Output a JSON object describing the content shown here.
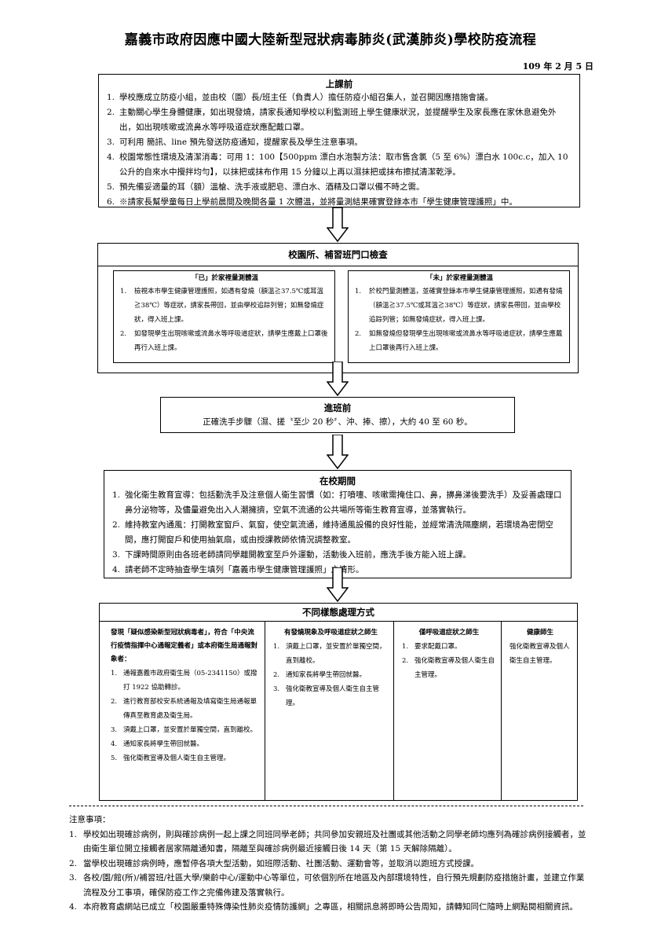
{
  "title": "嘉義市政府因應中國大陸新型冠狀病毒肺炎(武漢肺炎)學校防疫流程",
  "date": "109 年 2 月 5 日",
  "before_class": {
    "header": "上課前",
    "items": [
      "學校應成立防疫小組，並由校（園）長/班主任（負責人）擔任防疫小組召集人，並召開因應措施會議。",
      "主動關心學生身體健康，如出現發燒，請家長通知學校以利監測班上學生健康狀況，並提醒學生及家長應在家休息避免外出，如出現咳嗽或流鼻水等呼吸道症狀應配戴口罩。",
      "可利用 簡訊、line 預先發送防疫通知，提醒家長及學生注意事項。",
      "校園常態性環境及清潔消毒：可用 1：100【500ppm 漂白水泡製方法：取市售含氯（5 至 6%）漂白水 100c.c，加入 10 公升的自來水中攪拌均勻】，以抹把或抹布作用 15 分鐘以上再以濕抹把或抹布擦拭清潔乾淨。",
      "預先備妥適量的耳（額）溫槍、洗手液或肥皂、漂白水、酒精及口罩以備不時之需。",
      "※請家長幫學童每日上學前晨間及晚間各量 1 次體溫，並將量測結果確實登錄本市「學生健康管理護照」中。"
    ]
  },
  "entrance_check": {
    "header": "校園所、補習班門口檢查",
    "left": {
      "header": "「已」於家裡量測體溫",
      "items": [
        "檢視本市學生健康管理護照，如遇有發燒（額溫≧37.5℃或耳溫≧38℃）等症狀，請家長帶回，並由學校追踪列管；如無發燒症狀，得入班上課。",
        "如發現學生出現咳嗽或流鼻水等呼吸道症狀，請學生應戴上口罩後再行入班上課。"
      ]
    },
    "right": {
      "header": "「未」於家裡量測體溫",
      "items": [
        "於校門量測體溫，並確實登錄本市學生健康管理護照，如遇有發燒（額溫≧37.5℃或耳溫≧38℃）等症狀，請家長帶回，並由學校追踪列管；如無發燒症狀，得入班上課。",
        "如無發燒但發現學生出現咳嗽或流鼻水等呼吸道症狀，請學生應戴上口罩後再行入班上課。"
      ]
    }
  },
  "enter_class": {
    "header": "進班前",
    "text": "正確洗手步驟（濕、搓〝至少 20 秒〞、沖、捧、擦），大約 40 至 60 秒。"
  },
  "at_school": {
    "header": "在校期間",
    "items": [
      "強化衛生教育宣導：包括勤洗手及注意個人衛生習慣（如：打噴嚏、咳嗽需掩住口、鼻，擤鼻涕後要洗手）及妥善處理口鼻分泌物等，及儘量避免出入人潮擁擠，空氣不流通的公共場所等衛生教育宣導，並落實執行。",
      "維持教室內通風：打開教室窗戶、氣窗，使空氣流通，維持通風設備的良好性能，並經常清洗隔塵網，若環境為密閉空間，應打開窗戶和使用抽氣扇，或由授課教師依情況調整教室。",
      "下課時間原則由各班老師請同學離開教室至戶外運動，活動後入班前，應洗手後方能入班上課。",
      "請老師不定時抽查學生填列「嘉義市學生健康管理護照」之情形。"
    ]
  },
  "handling": {
    "header": "不同樣態處理方式",
    "columns": [
      {
        "header": "發現「疑似感染新型冠狀病毒者」，符合「中央流行疫情指揮中心通報定義者」或本府衛生局通報對象者：",
        "items": [
          "通報嘉義市政府衛生局（05-2341150）或撥打 1922 協助轉診。",
          "進行教育部校安系統通報及填寫衛生局通報單傳真至教育處及衛生局。",
          "須戴上口罩，並安置於單獨空間，直到離校。",
          "通知家長將學生帶回就醫。",
          "強化衛教宣導及個人衛生自主管理。"
        ]
      },
      {
        "header": "有發燒現象及呼吸道症狀之師生",
        "items": [
          "須戴上口罩，並安置於單獨空間，直到離校。",
          "通知家長將學生帶回就醫。",
          "強化衛教宣導及個人衛生自主管理。"
        ]
      },
      {
        "header": "僅呼吸道症狀之師生",
        "items": [
          "要求配戴口罩。",
          "強化衛教宣導及個人衛生自主管理。"
        ]
      },
      {
        "header": "健康師生",
        "text": "強化衛教宣導及個人衛生自主管理。"
      }
    ]
  },
  "notes": {
    "header": "注意事項：",
    "items": [
      "學校如出現確診病例，則與確診病例一起上課之同班同學老師；共同參加安親班及社團或其他活動之同學老師均應列為確診病例接觸者，並由衛生單位開立接觸者居家隔離通知書，隔離至與確診病例最近接觸日後 14 天（第 15 天解除隔離）。",
      "當學校出現確診病例時，應暫停各項大型活動，如班際活動、社團活動、運動會等，並取消以跑班方式授課。",
      "各校/園/館(所)/補習班/社區大學/樂齡中心/運動中心等單位，可依個別所在地區及內部環境特性，自行預先規劃防疫措施計畫，並建立作業流程及分工事項，確保防疫工作之完備佈建及落實執行。",
      "本府教育處網站已成立「校園嚴重特殊傳染性肺炎疫情防護網」之專區，相關訊息將即時公告周知，請轉知同仁隨時上網點閱相關資訊。"
    ]
  }
}
